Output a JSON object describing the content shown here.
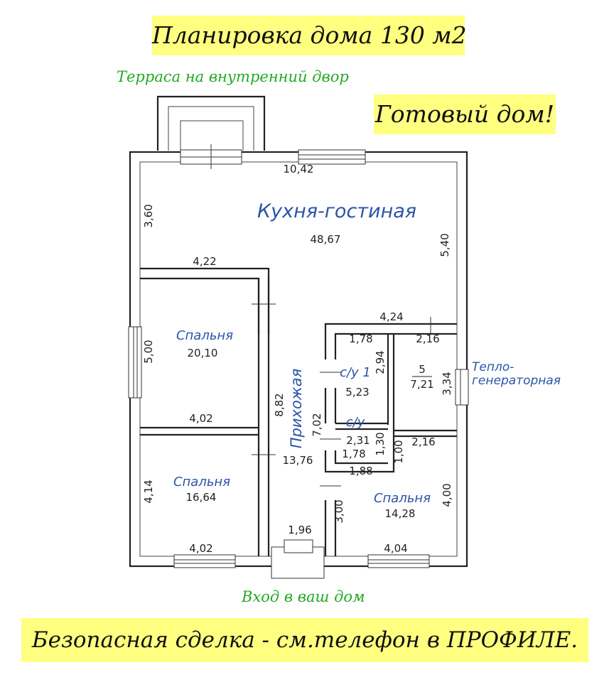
{
  "title": "Планировка дома 130 м2",
  "ready_label": "Готовый дом!",
  "footer": "Безопасная сделка - см.телефон в ПРОФИЛЕ.",
  "terrace_label": "Терраса на внутренний двор",
  "entrance_label": "Вход в ваш дом",
  "colors": {
    "banner": "#ffff80",
    "green_text": "#22aa22",
    "room_text": "#2a55a8"
  },
  "rooms": {
    "kitchen": {
      "name": "Кухня-гостиная",
      "area": "48,67"
    },
    "bedroom1": {
      "name": "Спальня",
      "area": "20,10"
    },
    "bedroom2": {
      "name": "Спальня",
      "area": "16,64"
    },
    "bedroom3": {
      "name": "Спальня",
      "area": "14,28"
    },
    "hallway": {
      "name": "Прихожая",
      "area": "13,76"
    },
    "bath1": {
      "name": "с/у 1",
      "area": "5,23"
    },
    "bath2": {
      "name": "с/у",
      "area": "2,31"
    },
    "boiler": {
      "name": "5",
      "area": "7,21",
      "label_line1": "Тепло-",
      "label_line2": "генераторная"
    }
  },
  "dims": {
    "top": "10,42",
    "kitchen_h": "3,60",
    "kitchen_right": "5,40",
    "kitchen_bottom": "4,22",
    "bed1_h": "5,00",
    "bed1_bottom": "4,02",
    "bed2_h": "4,14",
    "bed2_bottom": "4,02",
    "hall_h": "8,82",
    "hall_w": "7,02",
    "bath_top": "4,24",
    "bath1_w": "1,78",
    "bath1_h": "2,94",
    "boiler_w": "2,16",
    "boiler_h": "3,34",
    "bath2_h": "1,30",
    "bath2_w": "1,78",
    "bath2_bottom": "1,88",
    "bed3_top": "2,16",
    "bed3_left_small": "1,00",
    "bed3_right": "4,00",
    "bed3_left": "3,00",
    "bed3_bottom": "4,04",
    "entrance_w": "1,96"
  }
}
